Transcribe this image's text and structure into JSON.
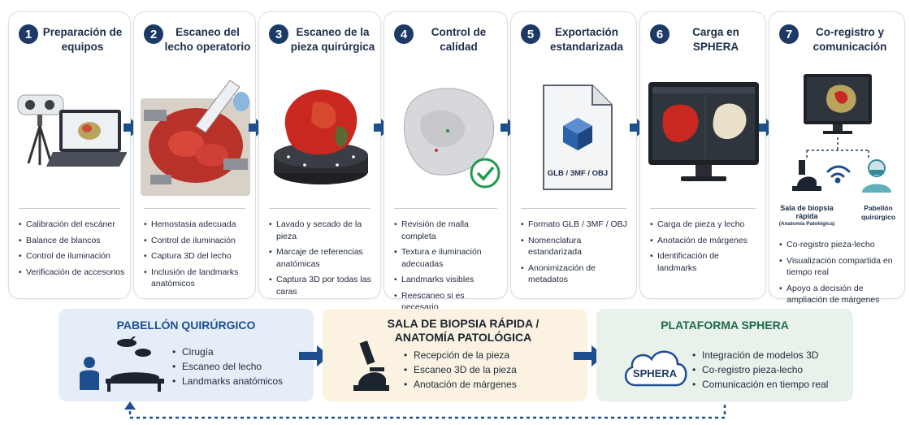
{
  "steps": [
    {
      "num": "1",
      "title": "Preparación de equipos",
      "bullets": [
        "Calibración del escáner",
        "Balance de blancos",
        "Control de iluminación",
        "Verificación de accesorios"
      ]
    },
    {
      "num": "2",
      "title": "Escaneo del lecho operatorio",
      "bullets": [
        "Hemostasia adecuada",
        "Control de iluminación",
        "Captura 3D del lecho",
        "Inclusión de landmarks anatómicos"
      ]
    },
    {
      "num": "3",
      "title": "Escaneo de la pieza quirúrgica",
      "bullets": [
        "Lavado y secado de la pieza",
        "Marcaje de referencias anatómicas",
        "Captura 3D por todas las caras"
      ]
    },
    {
      "num": "4",
      "title": "Control de calidad",
      "bullets": [
        "Revisión de malla completa",
        "Textura e iluminación adecuadas",
        "Landmarks visibles",
        "Reescaneo si es necesario"
      ]
    },
    {
      "num": "5",
      "title": "Exportación estandarizada",
      "file_label": "GLB / 3MF / OBJ",
      "bullets": [
        "Formato GLB / 3MF / OBJ",
        "Nomenclatura estandarizada",
        "Anonimización de metadatos"
      ]
    },
    {
      "num": "6",
      "title": "Carga en SPHERA",
      "bullets": [
        "Carga de pieza y lecho",
        "Anotación de márgenes",
        "Identificación de landmarks"
      ]
    },
    {
      "num": "7",
      "title": "Co-registro y comunicación",
      "lab_label": "Sala de biopsia rápida",
      "lab_sublabel": "(Anatomía Patológica)",
      "surgeon_label": "Pabellón quirúrgico",
      "bullets": [
        "Co-registro pieza-lecho",
        "Visualización compartida en tiempo real",
        "Apoyo a decisión de ampliación de márgenes"
      ]
    }
  ],
  "panels": [
    {
      "title": "PABELLÓN QUIRÚRGICO",
      "items": [
        "Cirugía",
        "Escaneo del lecho",
        "Landmarks anatómicos"
      ],
      "color": "#1d4f8f",
      "bg": "#e4edf8"
    },
    {
      "title": "SALA DE BIOPSIA RÁPIDA / ANATOMÍA PATOLÓGICA",
      "items": [
        "Recepción de la pieza",
        "Escaneo 3D de la pieza",
        "Anotación de márgenes"
      ],
      "color": "#1c2430",
      "bg": "#fbf2e1"
    },
    {
      "title": "PLATAFORMA SPHERA",
      "items": [
        "Integración de modelos 3D",
        "Co-registro pieza-lecho",
        "Comunicación en tiempo real"
      ],
      "color": "#1f6b4a",
      "bg": "#e8f1ea",
      "cloud_label": "SPHERA"
    }
  ],
  "colors": {
    "navy": "#1d3a66",
    "arrow": "#1d4f8f",
    "check": "#1f9a4e"
  }
}
